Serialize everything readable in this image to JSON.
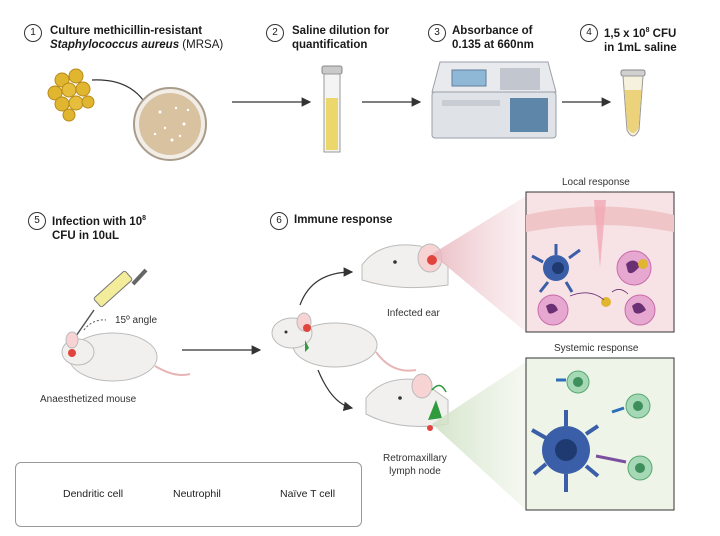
{
  "steps": [
    {
      "n": "1",
      "line1": "Culture methicillin-resistant",
      "line2_italic": "Staphylococcus aureus",
      "line2_rest": " (MRSA)"
    },
    {
      "n": "2",
      "line1": "Saline dilution for",
      "line2": "quantification"
    },
    {
      "n": "3",
      "line1": "Absorbance of",
      "line2": "0.135 at 660nm"
    },
    {
      "n": "4",
      "line1": "1,5 x 10",
      "line1_sup": "8",
      "line1_rest": " CFU",
      "line2": "in 1mL saline"
    },
    {
      "n": "5",
      "line1": "Infection with 10",
      "line1_sup": "8",
      "line2": "CFU in 10uL"
    },
    {
      "n": "6",
      "line1": "Immune response"
    }
  ],
  "labels": {
    "angle": "15º angle",
    "anaesthetized": "Anaesthetized mouse",
    "infected_ear": "Infected ear",
    "lymph_line1": "Retromaxillary",
    "lymph_line2": "lymph node",
    "local_response": "Local response",
    "systemic_response": "Systemic response"
  },
  "legend": {
    "items": [
      {
        "label": "Dendritic cell",
        "icon": "dendritic-cell-icon",
        "color": "#3b5ea8"
      },
      {
        "label": "Neutrophil",
        "icon": "neutrophil-icon",
        "color": "#d977b6"
      },
      {
        "label": "Naïve T cell",
        "icon": "naive-t-cell-icon",
        "color": "#6fbf8e"
      }
    ]
  },
  "colors": {
    "mrsa": "#e0b530",
    "petri": "#d9c2a0",
    "saline": "#ecd86a",
    "local_bg": "#f7e3e6",
    "systemic_bg": "#eef4e8",
    "infection_red": "#e0443c"
  }
}
